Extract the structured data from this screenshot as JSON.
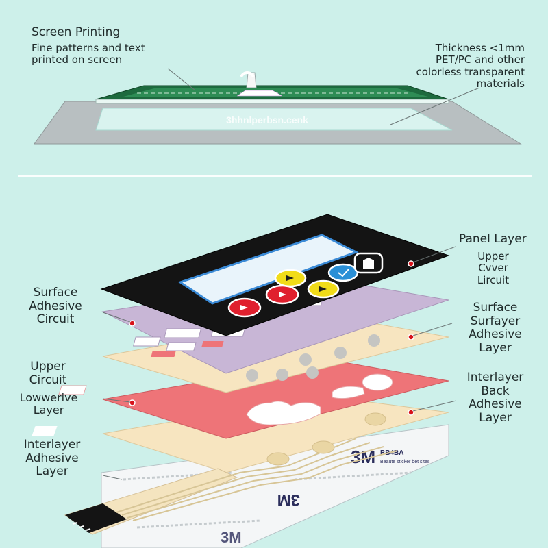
{
  "top": {
    "screen_printing": {
      "title": "Screen Printing",
      "desc_line1": "Fine patterns and text",
      "desc_line2": "printed on screen"
    },
    "thickness": {
      "line1": "Thickness <1mm",
      "line2": "PET/PC and other",
      "line3": "colorless transparent",
      "line4": "materials"
    }
  },
  "labels": {
    "panel_layer": "Panel Layer",
    "upper_cover": [
      "Upper",
      "Cvver",
      "Lircuit"
    ],
    "surface_adhesive_circuit": [
      "Surface",
      "Adhesive",
      "Circuit"
    ],
    "surface_surfayer": [
      "Surface",
      "Surfayer",
      "Adhesive",
      "Layer"
    ],
    "upper_circuit": [
      "Upper",
      "Circuit"
    ],
    "lowerive_layer": [
      "Lowwerive",
      "Layer"
    ],
    "interlayer_back": [
      "Interlayer",
      "Back",
      "Adhesive",
      "Layer"
    ],
    "interlayer_adhesive": [
      "Interlayer",
      "Adhesive",
      "Layer"
    ]
  },
  "bottom_sheet": {
    "brand": "3M",
    "code": "BB4BA",
    "small_text": "Beaute sticker bet sites"
  },
  "colors": {
    "background": "#cdf0ea",
    "panel": "#141414",
    "lavender": "#c8b6d6",
    "cream": "#f7e5c0",
    "red_layer": "#ee7478",
    "white_sheet": "#f4f6f7",
    "screen_frame": "#1d6a3e",
    "key_red": "#e0202e",
    "key_yellow": "#f1dc19",
    "key_blue": "#2a8fd6"
  }
}
